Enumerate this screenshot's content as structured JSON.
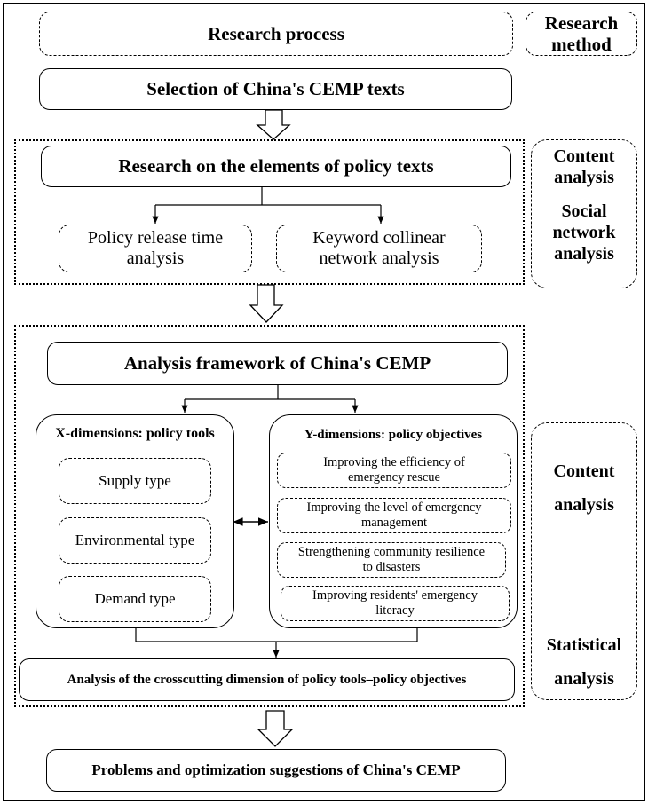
{
  "header": {
    "process_label": "Research process",
    "method_label_line1": "Research",
    "method_label_line2": "method"
  },
  "steps": {
    "selection": "Selection of China's CEMP texts",
    "elements": "Research on the elements of policy texts",
    "release_time_line1": "Policy release time",
    "release_time_line2": "analysis",
    "keyword_line1": "Keyword collinear",
    "keyword_line2": "network analysis",
    "framework": "Analysis framework of China's CEMP",
    "x_dim_title": "X-dimensions: policy tools",
    "x_items": [
      "Supply type",
      "Environmental type",
      "Demand type"
    ],
    "y_dim_title": "Y-dimensions: policy objectives",
    "y_items": [
      {
        "line1": "Improving the efficiency of",
        "line2": "emergency rescue"
      },
      {
        "line1": "Improving the level of emergency",
        "line2": "management"
      },
      {
        "line1": "Strengthening community resilience",
        "line2": "to disasters"
      },
      {
        "line1": "Improving residents' emergency",
        "line2": "literacy"
      }
    ],
    "crosscutting": "Analysis of the crosscutting dimension of policy tools–policy objectives",
    "problems": "Problems and optimization suggestions of China's CEMP"
  },
  "methods": {
    "content1_line1": "Content",
    "content1_line2": "analysis",
    "social_line1": "Social",
    "social_line2": "network",
    "social_line3": "analysis",
    "content2_line1": "Content",
    "content2_line2": "analysis",
    "statistical_line1": "Statistical",
    "statistical_line2": "analysis"
  }
}
